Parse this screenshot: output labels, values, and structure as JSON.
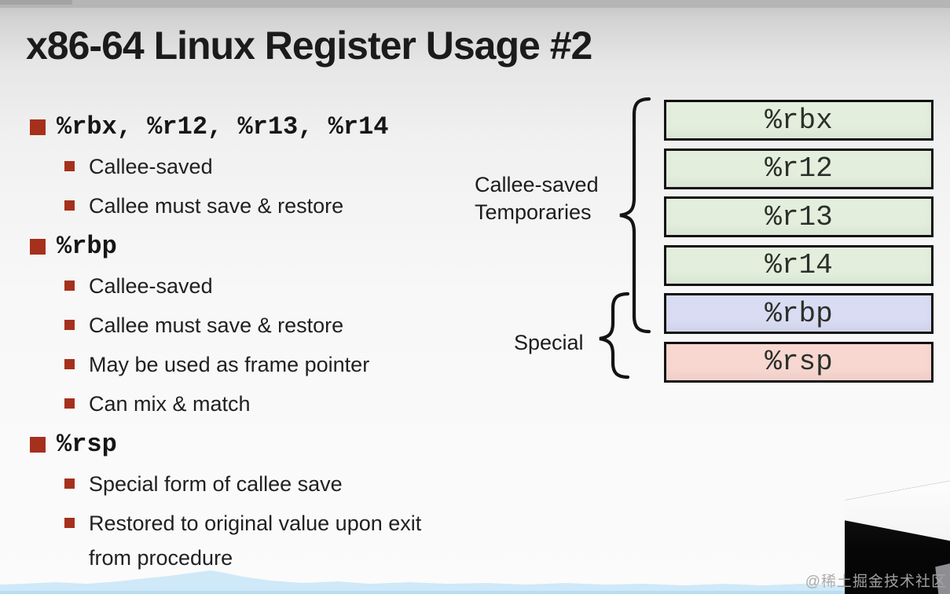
{
  "slide": {
    "title": "x86-64 Linux Register Usage #2",
    "sections": [
      {
        "heading": "%rbx, %r12, %r13, %r14",
        "items": [
          "Callee-saved",
          "Callee must save & restore"
        ]
      },
      {
        "heading": "%rbp",
        "items": [
          "Callee-saved",
          "Callee must save & restore",
          "May be used as frame pointer",
          "Can mix & match"
        ]
      },
      {
        "heading": "%rsp",
        "items": [
          "Special form of callee save",
          "Restored to original value upon exit from procedure"
        ]
      }
    ]
  },
  "diagram": {
    "group_labels": [
      {
        "lines": [
          "Callee-saved",
          "Temporaries"
        ]
      },
      {
        "lines": [
          "Special"
        ]
      }
    ],
    "registers": [
      {
        "name": "%rbx",
        "fill": "#e3eedd"
      },
      {
        "name": "%r12",
        "fill": "#e3eedd"
      },
      {
        "name": "%r13",
        "fill": "#e3eedd"
      },
      {
        "name": "%r14",
        "fill": "#e3eedd"
      },
      {
        "name": "%rbp",
        "fill": "#d9dcf2"
      },
      {
        "name": "%rsp",
        "fill": "#f8d7d1"
      }
    ]
  },
  "watermark": {
    "text": "@稀土掘金技术社区"
  },
  "colors": {
    "bullet_red": "#a5301c",
    "box_border": "#111111",
    "brace": "#141414",
    "torn_edge_blue": "#cfe9f8",
    "torn_edge_deep": "#b9ddf2",
    "watermark_gray": "#a8a8a8"
  }
}
